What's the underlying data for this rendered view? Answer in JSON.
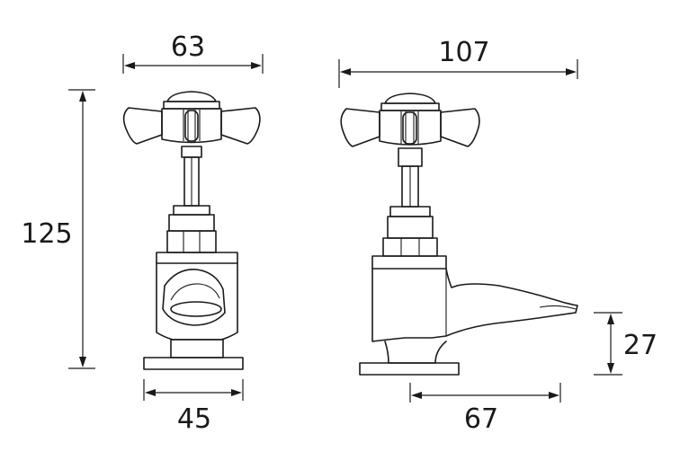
{
  "dimensions": {
    "front_width": "63",
    "overall_height": "125",
    "base_width": "45",
    "side_depth": "107",
    "spout_height": "27",
    "spout_projection": "67"
  }
}
